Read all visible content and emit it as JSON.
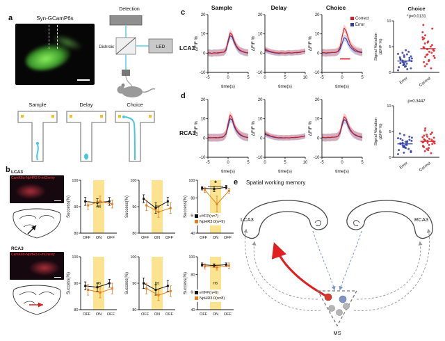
{
  "panel_a": {
    "label": "a",
    "image_title": "Syn-GCamP6s",
    "detection_label": "Detection",
    "dichroic_label": "Dichroic",
    "led_label": "LED",
    "maze_labels": [
      "Sample",
      "Delay",
      "Choice"
    ]
  },
  "panel_b": {
    "label": "b",
    "rows": [
      {
        "region": "LCA3",
        "virus": "CamKIIα-NpHR3 0-mCherry",
        "legend": [
          {
            "label": "eYFP(n=7)",
            "color": "#111111"
          },
          {
            "label": "NpHR3.0(n=9)",
            "color": "#e87d1e"
          }
        ]
      },
      {
        "region": "RCA3",
        "virus": "CamKIIα-NpHR3 0-mCherry",
        "legend": [
          {
            "label": "eYFP(n=6)",
            "color": "#111111"
          },
          {
            "label": "NpHR3.0(n=8)",
            "color": "#e87d1e"
          }
        ]
      }
    ]
  },
  "panel_c": {
    "label": "c",
    "row_label": "LCA3",
    "titles": [
      "Sample",
      "Delay",
      "Choice"
    ],
    "legend": [
      {
        "label": "Correct",
        "color": "#d81e24"
      },
      {
        "label": "Error",
        "color": "#2f3ea0"
      }
    ]
  },
  "panel_d": {
    "label": "d",
    "row_label": "RCA3"
  },
  "panel_e": {
    "label": "e",
    "title": "Spatial working memory",
    "left_label": "LCA3",
    "right_label": "RCA3",
    "ms_label": "MS"
  },
  "chart_data": {
    "lca3_sample": {
      "type": "line",
      "title": "Sample",
      "xlabel": "time(s)",
      "ylabel": "ΔF/F %",
      "xlim": [
        -5,
        5
      ],
      "ylim": [
        -10,
        20
      ],
      "xticks": [
        -5,
        0,
        5
      ],
      "yticks": [
        -10,
        0,
        10,
        20
      ],
      "x": [
        -5,
        -4.5,
        -4,
        -3.5,
        -3,
        -2.5,
        -2,
        -1.5,
        -1,
        -0.5,
        0,
        0.5,
        1,
        1.5,
        2,
        2.5,
        3,
        3.5,
        4,
        4.5,
        5
      ],
      "series": [
        {
          "name": "Error",
          "color": "#2f3ea0",
          "band": 1.8,
          "y": [
            0.3,
            0,
            -0.1,
            0.2,
            0.1,
            0,
            0.3,
            0.4,
            0.5,
            1.5,
            5.5,
            9,
            8.5,
            5.5,
            3.5,
            2,
            1.2,
            0.8,
            0.4,
            0.2,
            0.1
          ]
        },
        {
          "name": "Correct",
          "color": "#d81e24",
          "band": 1.8,
          "y": [
            0,
            0.2,
            -0.2,
            0.1,
            0,
            0.3,
            0.2,
            0.4,
            0.6,
            2,
            6.5,
            10.5,
            9.5,
            6.5,
            4,
            2.5,
            1.5,
            1,
            0.6,
            0.3,
            0.2
          ]
        }
      ]
    },
    "lca3_delay": {
      "type": "line",
      "title": "Delay",
      "xlabel": "time(s)",
      "ylabel": "ΔF/F %",
      "xlim": [
        0,
        10
      ],
      "ylim": [
        -10,
        20
      ],
      "xticks": [
        0,
        5,
        10
      ],
      "yticks": [
        -10,
        0,
        10,
        20
      ],
      "x": [
        0,
        0.5,
        1,
        1.5,
        2,
        2.5,
        3,
        3.5,
        4,
        4.5,
        5,
        5.5,
        6,
        6.5,
        7,
        7.5,
        8,
        8.5,
        9,
        9.5,
        10
      ],
      "series": [
        {
          "name": "Error",
          "color": "#2f3ea0",
          "band": 1.4,
          "y": [
            1.6,
            1.1,
            0.8,
            0.5,
            0.3,
            0.1,
            0,
            -0.2,
            0,
            0.1,
            -0.1,
            0,
            0.2,
            0,
            0.1,
            0.3,
            0.2,
            0.4,
            0.6,
            0.8,
            1
          ]
        },
        {
          "name": "Correct",
          "color": "#d81e24",
          "band": 1.4,
          "y": [
            2.2,
            1.6,
            1.1,
            0.8,
            0.5,
            0.3,
            0.2,
            0.1,
            0.2,
            0.1,
            0,
            0.2,
            0.3,
            0.1,
            0.2,
            0.3,
            0.4,
            0.3,
            0.5,
            0.8,
            1.2
          ]
        }
      ]
    },
    "lca3_choice": {
      "type": "line",
      "title": "Choice",
      "xlabel": "time(s)",
      "ylabel": "ΔF/F %",
      "xlim": [
        -5,
        5
      ],
      "ylim": [
        -10,
        20
      ],
      "xticks": [
        -5,
        0,
        5
      ],
      "yticks": [
        -10,
        0,
        10,
        20
      ],
      "x": [
        -5,
        -4.5,
        -4,
        -3.5,
        -3,
        -2.5,
        -2,
        -1.5,
        -1,
        -0.5,
        0,
        0.5,
        1,
        1.5,
        2,
        2.5,
        3,
        3.5,
        4,
        4.5,
        5
      ],
      "marker": {
        "x1": -0.5,
        "x2": 2,
        "y": -3,
        "color": "#d81e24"
      },
      "series": [
        {
          "name": "Error",
          "color": "#2f3ea0",
          "band": 1.8,
          "y": [
            0.1,
            0.2,
            -0.1,
            0.1,
            0.2,
            0.3,
            0.3,
            0.4,
            0.8,
            2,
            5,
            8,
            7.5,
            5,
            3.2,
            2.2,
            1.4,
            0.9,
            0.6,
            0.4,
            0.2
          ]
        },
        {
          "name": "Correct",
          "color": "#d81e24",
          "band": 2,
          "y": [
            0.2,
            0.3,
            0.1,
            0.3,
            0.2,
            0.4,
            0.3,
            0.5,
            1,
            3.2,
            8.5,
            13,
            11.5,
            8,
            5,
            3.2,
            2.2,
            1.5,
            1,
            0.7,
            0.5
          ]
        }
      ]
    },
    "lca3_scatter": {
      "type": "scatter",
      "title": "Choice",
      "p_label": "*p=0.0131",
      "ylabel": [
        "Signal Variation",
        "(ΔF/F %)"
      ],
      "ylim": [
        0,
        10
      ],
      "yticks": [
        0,
        5,
        10
      ],
      "groups": [
        {
          "name": "Error",
          "color": "#2f3ea0",
          "mean": 2.2,
          "values": [
            0.4,
            0.8,
            1,
            1.2,
            1.4,
            1.5,
            1.7,
            1.8,
            2,
            2.1,
            2.2,
            2.4,
            2.5,
            2.7,
            2.8,
            3,
            3.1,
            3.3,
            3.5,
            3.8,
            4,
            4.3,
            0.6,
            1.6,
            2.9,
            2.3,
            1.1,
            3.6,
            2.6,
            1.9
          ]
        },
        {
          "name": "Correct",
          "color": "#d81e24",
          "mean": 4.6,
          "values": [
            0.8,
            1.2,
            1.6,
            2,
            2.4,
            2.8,
            3.2,
            3.5,
            3.8,
            4,
            4.2,
            4.5,
            4.8,
            5,
            5.3,
            5.6,
            6,
            6.4,
            6.8,
            7.2,
            7.8,
            8.5,
            2.2,
            3.4,
            4.4,
            5.8,
            6.6,
            3,
            4.9,
            9.2
          ]
        }
      ]
    },
    "rca3_sample": {
      "type": "line",
      "title": "Sample",
      "xlabel": "time(s)",
      "ylabel": "ΔF/F %",
      "xlim": [
        -5,
        5
      ],
      "ylim": [
        -10,
        20
      ],
      "xticks": [
        -5,
        0,
        5
      ],
      "yticks": [
        -10,
        0,
        10,
        20
      ],
      "x": [
        -5,
        -4.5,
        -4,
        -3.5,
        -3,
        -2.5,
        -2,
        -1.5,
        -1,
        -0.5,
        0,
        0.5,
        1,
        1.5,
        2,
        2.5,
        3,
        3.5,
        4,
        4.5,
        5
      ],
      "series": [
        {
          "name": "Error",
          "color": "#2f3ea0",
          "band": 2,
          "y": [
            0.3,
            0.1,
            0.2,
            0.2,
            0.3,
            0.1,
            0.2,
            0.5,
            1,
            2,
            6,
            10,
            9.5,
            6,
            4,
            2.6,
            1.6,
            1,
            0.6,
            0.4,
            0.2
          ]
        },
        {
          "name": "Correct",
          "color": "#d81e24",
          "band": 2,
          "y": [
            0.2,
            0.3,
            0.1,
            0.3,
            0,
            0.2,
            0.4,
            0.3,
            0.8,
            2.5,
            7.5,
            12,
            10.5,
            7,
            4.5,
            3,
            2,
            1.3,
            0.8,
            0.5,
            0.3
          ]
        }
      ]
    },
    "rca3_delay": {
      "type": "line",
      "title": "Delay",
      "xlabel": "time(s)",
      "ylabel": "ΔF/F %",
      "xlim": [
        0,
        10
      ],
      "ylim": [
        -10,
        20
      ],
      "xticks": [
        0,
        5,
        10
      ],
      "yticks": [
        -10,
        0,
        10,
        20
      ],
      "x": [
        0,
        0.5,
        1,
        1.5,
        2,
        2.5,
        3,
        3.5,
        4,
        4.5,
        5,
        5.5,
        6,
        6.5,
        7,
        7.5,
        8,
        8.5,
        9,
        9.5,
        10
      ],
      "series": [
        {
          "name": "Error",
          "color": "#2f3ea0",
          "band": 1.4,
          "y": [
            2,
            1.5,
            1.1,
            0.8,
            0.5,
            0.3,
            0.2,
            0,
            0.1,
            0,
            0.2,
            0.1,
            0,
            0.2,
            0.3,
            0.2,
            0.4,
            0.5,
            0.7,
            0.9,
            1.2
          ]
        },
        {
          "name": "Correct",
          "color": "#d81e24",
          "band": 1.4,
          "y": [
            2.6,
            2,
            1.5,
            1,
            0.8,
            0.5,
            0.3,
            0.2,
            0.3,
            0.1,
            0,
            0.2,
            0.1,
            0.3,
            0.2,
            0.4,
            0.3,
            0.5,
            0.6,
            0.8,
            1.1
          ]
        }
      ]
    },
    "rca3_choice": {
      "type": "line",
      "title": "Choice",
      "xlabel": "time(s)",
      "ylabel": "ΔF/F %",
      "xlim": [
        -5,
        5
      ],
      "ylim": [
        -10,
        20
      ],
      "xticks": [
        -5,
        0,
        5
      ],
      "yticks": [
        -10,
        0,
        10,
        20
      ],
      "x": [
        -5,
        -4.5,
        -4,
        -3.5,
        -3,
        -2.5,
        -2,
        -1.5,
        -1,
        -0.5,
        0,
        0.5,
        1,
        1.5,
        2,
        2.5,
        3,
        3.5,
        4,
        4.5,
        5
      ],
      "series": [
        {
          "name": "Error",
          "color": "#2f3ea0",
          "band": 2,
          "y": [
            0.3,
            0.2,
            0.1,
            0.3,
            0.2,
            0.4,
            0.5,
            0.5,
            1,
            2.5,
            6.5,
            9.5,
            9,
            6,
            4,
            2.8,
            1.8,
            1.2,
            0.8,
            0.5,
            0.3
          ]
        },
        {
          "name": "Correct",
          "color": "#d81e24",
          "band": 2,
          "y": [
            0.4,
            0.3,
            0.2,
            0.4,
            0.3,
            0.5,
            0.4,
            0.6,
            1,
            3,
            7.5,
            11,
            10,
            7,
            4.5,
            3,
            2,
            1.5,
            1,
            0.8,
            0.5
          ]
        }
      ]
    },
    "rca3_scatter": {
      "type": "scatter",
      "title": "",
      "p_label": "p=0.3447",
      "ylabel": [
        "Signal Variation",
        "(ΔF/F %)"
      ],
      "ylim": [
        0,
        10
      ],
      "yticks": [
        0,
        5,
        10
      ],
      "groups": [
        {
          "name": "Error",
          "color": "#2f3ea0",
          "mean": 2.6,
          "values": [
            0.6,
            1,
            1.4,
            1.8,
            2,
            2.2,
            2.4,
            2.6,
            2.8,
            3,
            3.2,
            3.4,
            3.6,
            3.8,
            4,
            4.3,
            1.2,
            2.1,
            2.9,
            3.3,
            1.6,
            2.5,
            3.1,
            0.9,
            4.6,
            2.3,
            1.9,
            3.7,
            2.7,
            2
          ]
        },
        {
          "name": "Correct",
          "color": "#d81e24",
          "mean": 3.1,
          "values": [
            0.8,
            1.2,
            1.6,
            2,
            2.4,
            2.7,
            3,
            3.2,
            3.4,
            3.6,
            3.8,
            4,
            4.2,
            4.5,
            4.8,
            5.2,
            1.4,
            2.2,
            2.9,
            3.3,
            3.9,
            2.6,
            1.8,
            4.4,
            3.1,
            2.8,
            3.5,
            5.6,
            2.1,
            3
          ]
        }
      ]
    },
    "b_lca3_1": {
      "type": "success",
      "categories": [
        "OFF",
        "ON",
        "OFF"
      ],
      "ylabel": "Success(%)",
      "ylim": [
        80,
        100
      ],
      "yticks": [
        80,
        90,
        100
      ],
      "annotation": "ns",
      "ann_pos": "mid",
      "series": [
        {
          "name": "eYFP",
          "color": "#111111",
          "y": [
            92,
            91.5,
            92
          ],
          "err": [
            1.5,
            1.5,
            1.5
          ]
        },
        {
          "name": "NpHR3.0",
          "color": "#e87d1e",
          "y": [
            90.5,
            92,
            91
          ],
          "err": [
            1.5,
            2,
            1.5
          ]
        }
      ]
    },
    "b_lca3_2": {
      "type": "success",
      "categories": [
        "OFF",
        "ON",
        "OFF"
      ],
      "ylabel": "Success(%)",
      "ylim": [
        80,
        100
      ],
      "yticks": [
        80,
        90,
        100
      ],
      "annotation": "ns",
      "ann_pos": "mid",
      "series": [
        {
          "name": "eYFP",
          "color": "#111111",
          "y": [
            93,
            89.5,
            92
          ],
          "err": [
            1.5,
            2,
            1.5
          ]
        },
        {
          "name": "NpHR3.0",
          "color": "#e87d1e",
          "y": [
            90.5,
            88,
            89.5
          ],
          "err": [
            2,
            2,
            2
          ]
        }
      ]
    },
    "b_lca3_3": {
      "type": "success",
      "categories": [
        "OFF",
        "ON",
        "OFF"
      ],
      "ylabel": "Success(%)",
      "ylim": [
        40,
        100
      ],
      "yticks": [
        40,
        60,
        80,
        100
      ],
      "annotation": "*",
      "ann_pos": "top",
      "series": [
        {
          "name": "eYFP",
          "color": "#111111",
          "y": [
            91,
            90,
            92
          ],
          "err": [
            2,
            3,
            2
          ]
        },
        {
          "name": "NpHR3.0",
          "color": "#e87d1e",
          "y": [
            89,
            73,
            88
          ],
          "err": [
            3,
            9,
            3
          ]
        }
      ]
    },
    "b_rca3_1": {
      "type": "success",
      "categories": [
        "OFF",
        "ON",
        "OFF"
      ],
      "ylabel": "Success(%)",
      "ylim": [
        80,
        100
      ],
      "yticks": [
        80,
        90,
        100
      ],
      "annotation": "ns",
      "ann_pos": "mid",
      "series": [
        {
          "name": "eYFP",
          "color": "#111111",
          "y": [
            89,
            88.5,
            90
          ],
          "err": [
            1.5,
            1.5,
            1.5
          ]
        },
        {
          "name": "NpHR3.0",
          "color": "#e87d1e",
          "y": [
            87.5,
            86.5,
            88
          ],
          "err": [
            2,
            2,
            2
          ]
        }
      ]
    },
    "b_rca3_2": {
      "type": "success",
      "categories": [
        "OFF",
        "ON",
        "OFF"
      ],
      "ylabel": "Success(%)",
      "ylim": [
        80,
        100
      ],
      "yticks": [
        80,
        90,
        100
      ],
      "annotation": "ns",
      "ann_pos": "mid",
      "series": [
        {
          "name": "eYFP",
          "color": "#111111",
          "y": [
            90,
            87.5,
            89
          ],
          "err": [
            2,
            2,
            2
          ]
        },
        {
          "name": "NpHR3.0",
          "color": "#e87d1e",
          "y": [
            88,
            85.5,
            87
          ],
          "err": [
            2,
            2,
            2
          ]
        }
      ]
    },
    "b_rca3_3": {
      "type": "success",
      "categories": [
        "OFF",
        "ON",
        "OFF"
      ],
      "ylabel": "Success(%)",
      "ylim": [
        40,
        100
      ],
      "yticks": [
        40,
        60,
        80,
        100
      ],
      "annotation": "ns",
      "ann_pos": "mid",
      "series": [
        {
          "name": "eYFP",
          "color": "#111111",
          "y": [
            91,
            90,
            91
          ],
          "err": [
            2,
            2,
            2
          ]
        },
        {
          "name": "NpHR3.0",
          "color": "#e87d1e",
          "y": [
            89,
            88,
            90
          ],
          "err": [
            3,
            3,
            3
          ]
        }
      ]
    }
  }
}
